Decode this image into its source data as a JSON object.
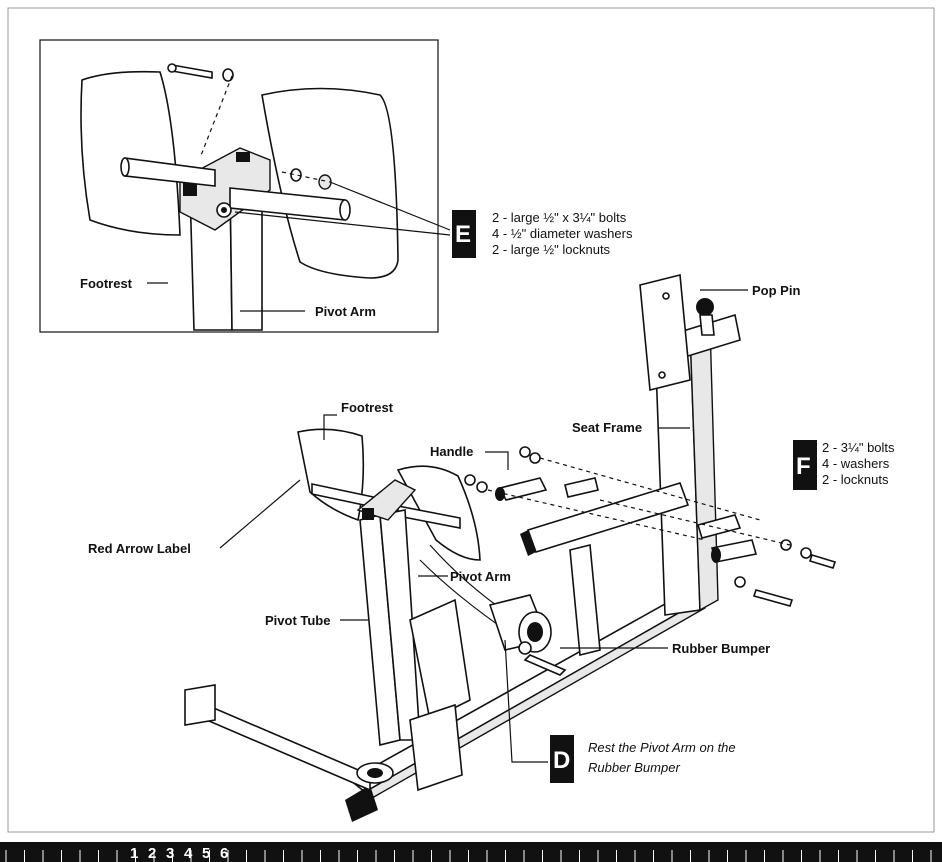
{
  "callout_e": {
    "letter": "E",
    "lines": [
      "2 - large ½\" x 3¼\" bolts",
      "4 - ½\" diameter washers",
      "2 - large ½\" locknuts"
    ]
  },
  "callout_f": {
    "letter": "F",
    "lines": [
      "2 - 3¼\" bolts",
      "4 - washers",
      "2 - locknuts"
    ]
  },
  "callout_d": {
    "letter": "D",
    "lines": [
      "Rest the Pivot Arm on the",
      "Rubber Bumper"
    ]
  },
  "inset_labels": {
    "footrest": "Footrest",
    "pivot_arm": "Pivot Arm"
  },
  "main_labels": {
    "pop_pin": "Pop Pin",
    "footrest": "Footrest",
    "seat_frame": "Seat Frame",
    "handle": "Handle",
    "red_arrow_label": "Red Arrow Label",
    "pivot_arm": "Pivot Arm",
    "pivot_tube": "Pivot Tube",
    "rubber_bumper": "Rubber Bumper"
  },
  "step_bar": {
    "steps": [
      "1",
      "2",
      "3",
      "4",
      "5",
      "6"
    ],
    "highlighted": [
      "4",
      "5",
      "6"
    ]
  }
}
